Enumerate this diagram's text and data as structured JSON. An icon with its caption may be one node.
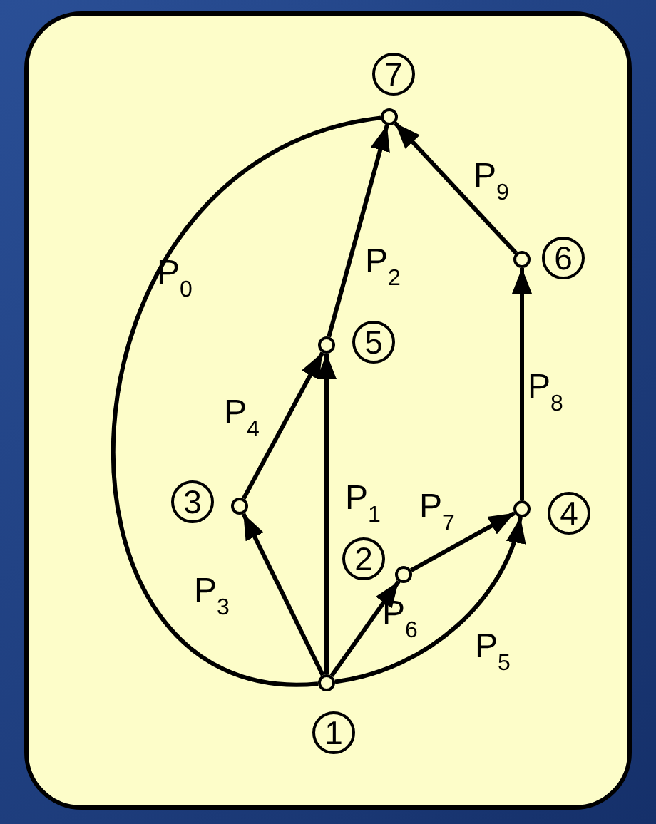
{
  "diagram": {
    "nodes": [
      {
        "text": [],
        "shape": "circle",
        "beside": [
          "7"
        ]
      },
      {
        "text": [],
        "shape": "circle",
        "beside": [
          "6"
        ]
      },
      {
        "text": [],
        "shape": "circle",
        "beside": [
          "5"
        ]
      },
      {
        "text": [],
        "shape": "circle",
        "beside": [
          "3"
        ]
      },
      {
        "text": [],
        "shape": "circle",
        "beside": [
          "4"
        ]
      },
      {
        "text": [],
        "shape": "circle",
        "beside": [
          "2"
        ]
      },
      {
        "text": [],
        "shape": "circle",
        "beside": [
          "1"
        ]
      }
    ],
    "edges": [
      {
        "from": 6,
        "to": 0,
        "arrow": "none",
        "label": "P$_{0}$"
      },
      {
        "from": 6,
        "to": 2,
        "arrow": "to",
        "label": "P$_{1}$"
      },
      {
        "from": 2,
        "to": 0,
        "arrow": "to",
        "label": "P$_{2}$"
      },
      {
        "from": 6,
        "to": 3,
        "arrow": "to",
        "label": "P$_{3}$"
      },
      {
        "from": 3,
        "to": 2,
        "arrow": "to",
        "label": "P$_{4}$"
      },
      {
        "from": 6,
        "to": 4,
        "arrow": "to",
        "label": "P$_{5}$"
      },
      {
        "from": 6,
        "to": 5,
        "arrow": "to",
        "label": "P$_{6}$"
      },
      {
        "from": 5,
        "to": 4,
        "arrow": "to",
        "label": "P$_{7}$"
      },
      {
        "from": 4,
        "to": 1,
        "arrow": "to",
        "label": "P$_{8}$"
      },
      {
        "from": 1,
        "to": 0,
        "arrow": "to",
        "label": "P$_{9}$"
      }
    ]
  }
}
